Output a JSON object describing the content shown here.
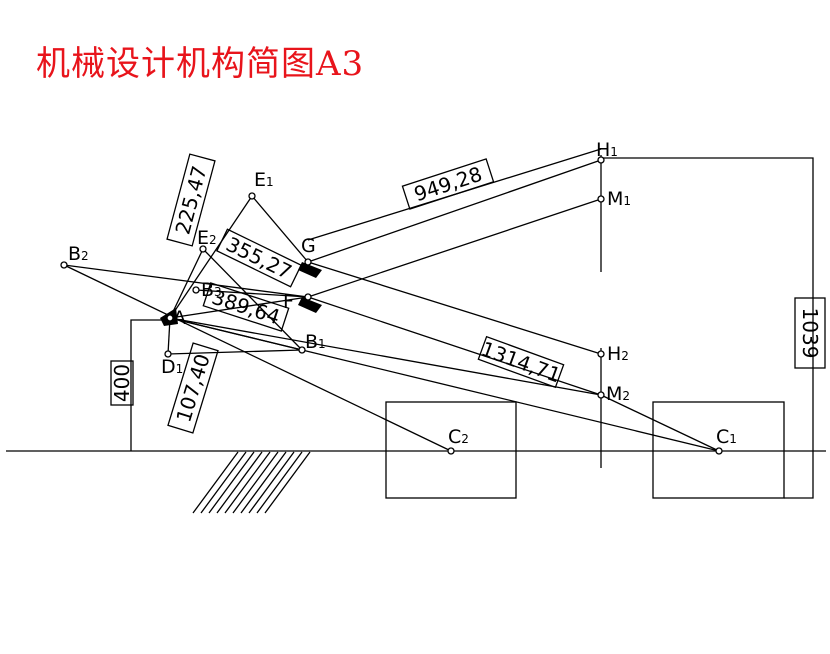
{
  "title": {
    "text": "机械设计机构简图A3",
    "color": "#e8141b"
  },
  "points": {
    "H1": {
      "letter": "H",
      "sub": "1"
    },
    "M1": {
      "letter": "M",
      "sub": "1"
    },
    "H2": {
      "letter": "H",
      "sub": "2"
    },
    "M2": {
      "letter": "M",
      "sub": "2"
    },
    "E1": {
      "letter": "E",
      "sub": "1"
    },
    "E2": {
      "letter": "E",
      "sub": "2"
    },
    "B2": {
      "letter": "B",
      "sub": "2"
    },
    "B1": {
      "letter": "B",
      "sub": "1"
    },
    "B3": {
      "letter": "B",
      "sub": "3"
    },
    "D1": {
      "letter": "D",
      "sub": "1"
    },
    "C1": {
      "letter": "C",
      "sub": "1"
    },
    "C2": {
      "letter": "C",
      "sub": "2"
    },
    "G": {
      "letter": "G",
      "sub": ""
    },
    "F": {
      "letter": "F",
      "sub": ""
    },
    "A": {
      "letter": "A",
      "sub": ""
    }
  },
  "dimensions": {
    "d949": "949,28",
    "d1314": "1314,71",
    "d1039": "1039",
    "d400": "400",
    "d225": "225,47",
    "d355": "355,27",
    "d389": "389,64",
    "d107": "107,40"
  }
}
